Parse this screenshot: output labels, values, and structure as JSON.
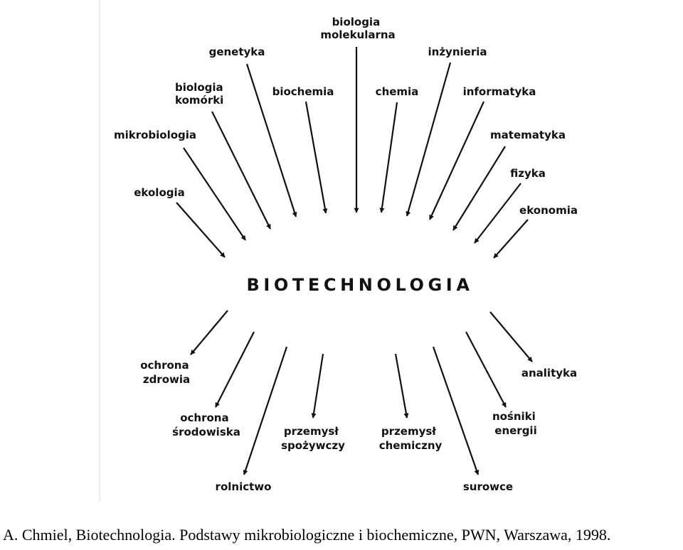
{
  "diagram": {
    "center": "BIOTECHNOLOGIA",
    "inputs": {
      "biologia_molekularna": [
        "biologia",
        "molekularna"
      ],
      "genetyka": [
        "genetyka"
      ],
      "inzynieria": [
        "inżynieria"
      ],
      "biologia_komorki": [
        "biologia",
        "komórki"
      ],
      "biochemia": [
        "biochemia"
      ],
      "chemia": [
        "chemia"
      ],
      "informatyka": [
        "informatyka"
      ],
      "mikrobiologia": [
        "mikrobiologia"
      ],
      "matematyka": [
        "matematyka"
      ],
      "fizyka": [
        "fizyka"
      ],
      "ekologia": [
        "ekologia"
      ],
      "ekonomia": [
        "ekonomia"
      ]
    },
    "outputs": {
      "ochrona_zdrowia": [
        "ochrona",
        "zdrowia"
      ],
      "analityka": [
        "analityka"
      ],
      "ochrona_srodowiska": [
        "ochrona",
        "środowiska"
      ],
      "przemysl_spozywczy": [
        "przemysł",
        "spożywczy"
      ],
      "przemysl_chemiczny": [
        "przemysł",
        "chemiczny"
      ],
      "nosniki_energii": [
        "nośniki",
        "energii"
      ],
      "rolnictwo": [
        "rolnictwo"
      ],
      "surowce": [
        "surowce"
      ]
    }
  },
  "caption": "A. Chmiel, Biotechnologia. Podstawy mikrobiologiczne i biochemiczne, PWN, Warszawa, 1998."
}
